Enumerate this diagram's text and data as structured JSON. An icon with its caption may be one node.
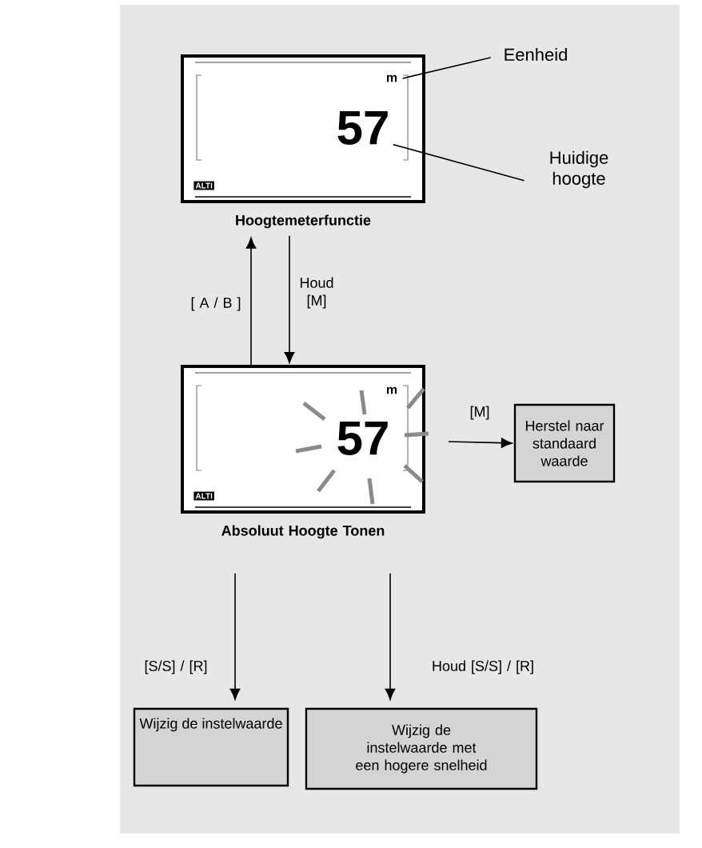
{
  "diagram": {
    "nodes": [
      {
        "text": [
          "Hoogtemeterfunctie"
        ]
      },
      {
        "text": [
          "m"
        ],
        "in": 0
      },
      {
        "text": [
          "57"
        ],
        "in": 0
      },
      {
        "text": [
          "Eenheid"
        ]
      },
      {
        "text": [
          "Huidige hoogte"
        ]
      },
      {
        "text": [
          "Absoluut Hoogte Tonen"
        ]
      },
      {
        "text": [
          "m"
        ],
        "in": 5
      },
      {
        "text": [
          "57"
        ],
        "in": 5
      },
      {
        "text": [
          "Herstel naar standaard waarde"
        ]
      },
      {
        "text": [
          "Wijzig de instelwaarde"
        ]
      },
      {
        "text": [
          "Wijzig de instelwaarde met een hogere snelheid"
        ]
      }
    ],
    "edges": [
      {
        "from": 3,
        "to": 1,
        "arrow": "none"
      },
      {
        "from": 4,
        "to": 2,
        "arrow": "none"
      },
      {
        "from": 5,
        "to": 0,
        "arrow": "to",
        "label": "[ A / B ]"
      },
      {
        "from": 0,
        "to": 5,
        "arrow": "to",
        "label": "Houd [M]"
      },
      {
        "from": 5,
        "to": 8,
        "arrow": "to",
        "label": "[M]"
      },
      {
        "from": 5,
        "to": 9,
        "arrow": "to",
        "label": "[S/S] / [R]"
      },
      {
        "from": 5,
        "to": 10,
        "arrow": "to",
        "label": "Houd [S/S] / [R]"
      }
    ],
    "labels": [
      "ALTI",
      "ALTI"
    ]
  }
}
